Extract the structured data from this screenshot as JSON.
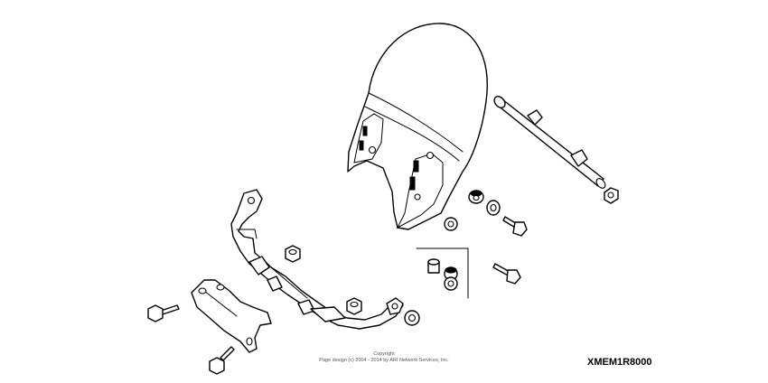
{
  "copyright": {
    "line1": "Copyright",
    "line2": "Page design (c) 2004 - 2014 by ARI Network Services, Inc."
  },
  "diagram_code": "XMEM1R8000"
}
